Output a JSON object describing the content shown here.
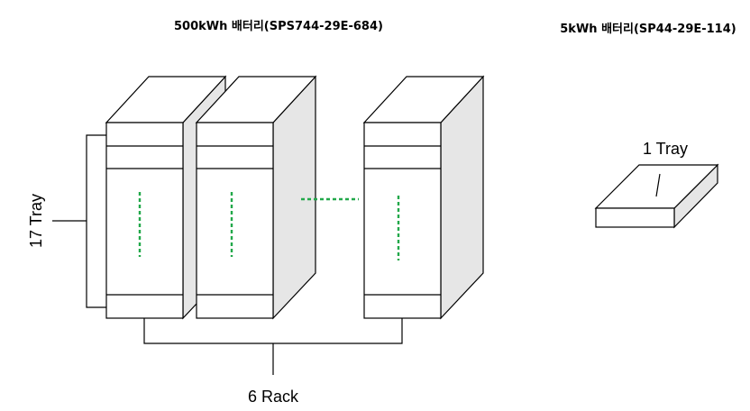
{
  "titles": {
    "large_battery": "500kWh 배터리(SPS744-29E-684)",
    "small_battery": "5kWh 배터리(SP44-29E-114)"
  },
  "labels": {
    "tray_count": "17 Tray",
    "rack_count": "6 Rack",
    "single_tray": "1 Tray"
  },
  "colors": {
    "ellipsis_dashes": "#22a84a",
    "side_face": "#e6e6e6"
  }
}
